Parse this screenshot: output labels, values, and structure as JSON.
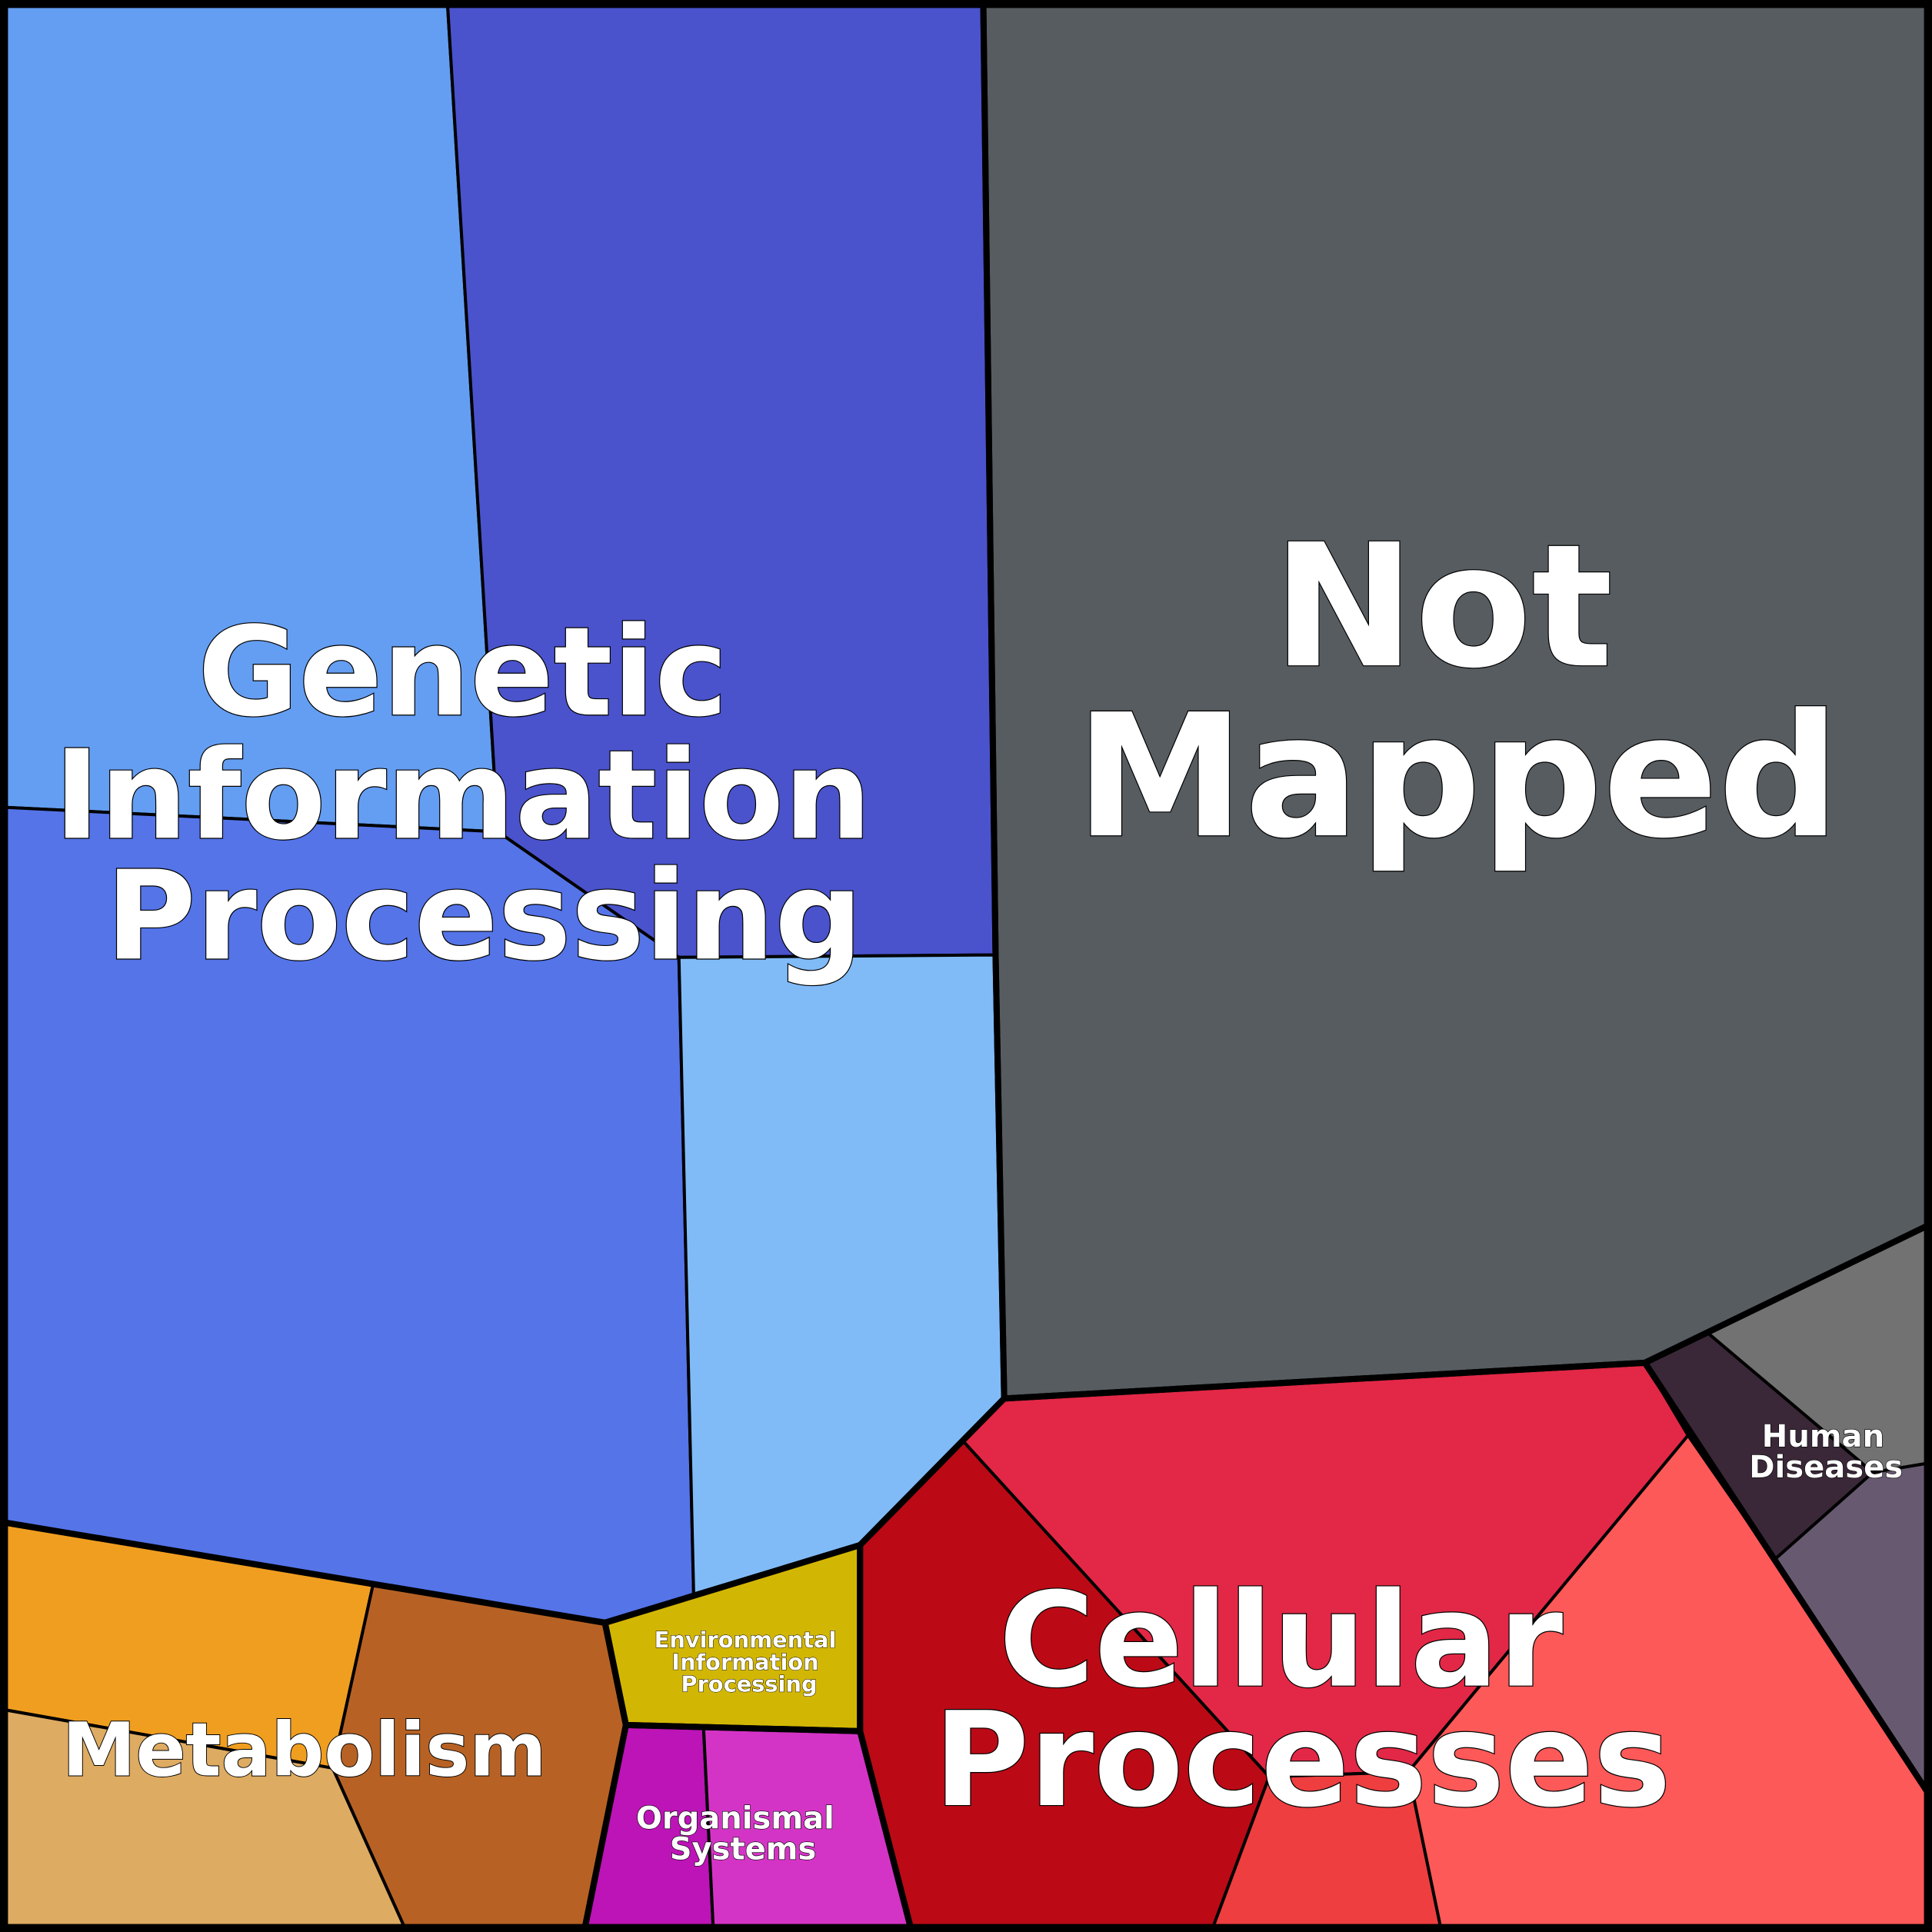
{
  "chart_data": {
    "type": "treemap",
    "subtype": "voronoi",
    "title": "",
    "groups": [
      {
        "name": "Genetic Information Processing",
        "lines": [
          "Genetic",
          "Information",
          "Processing"
        ],
        "colors": [
          "#649ef2",
          "#4a53cc",
          "#5474e8",
          "#80bbf8"
        ]
      },
      {
        "name": "Not Mapped",
        "lines": [
          "Not",
          "Mapped"
        ],
        "colors": [
          "#575c60"
        ]
      },
      {
        "name": "Human Diseases",
        "lines": [
          "Human",
          "Diseases"
        ],
        "colors": [
          "#727272",
          "#3a2838",
          "#675a70"
        ]
      },
      {
        "name": "Cellular Processes",
        "lines": [
          "Cellular",
          "Processes"
        ],
        "colors": [
          "#e22846",
          "#bb0a16",
          "#ee3e40",
          "#fc5958"
        ]
      },
      {
        "name": "Environmental Information Processing",
        "lines": [
          "Environmental",
          "Information",
          "Processing"
        ],
        "colors": [
          "#d2b604"
        ]
      },
      {
        "name": "Organismal Systems",
        "lines": [
          "Organismal",
          "Systems"
        ],
        "colors": [
          "#bc14b6",
          "#d434c6"
        ]
      },
      {
        "name": "Metabolism",
        "lines": [
          "Metabolism"
        ],
        "colors": [
          "#f09e20",
          "#b76224",
          "#deab62"
        ]
      }
    ]
  }
}
